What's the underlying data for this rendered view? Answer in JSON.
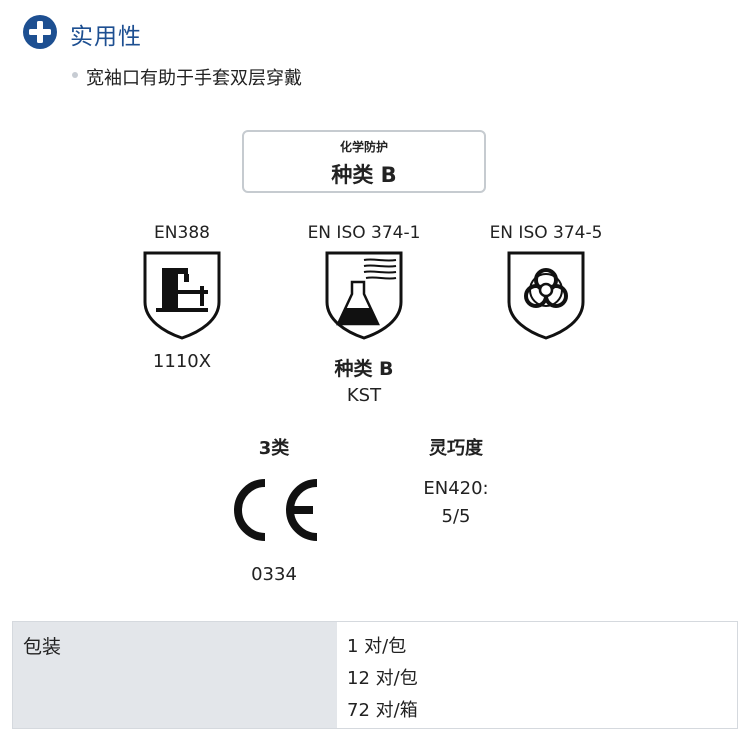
{
  "header": {
    "icon": "plus-circle-icon",
    "title": "实用性",
    "bullet": "宽袖口有助于手套双层穿戴"
  },
  "category_box": {
    "subtitle": "化学防护",
    "title": "种类 B"
  },
  "certifications": [
    {
      "standard": "EN388",
      "icon": "mechanical-hazard-shield-icon",
      "rating": "1110X"
    },
    {
      "standard": "EN ISO 374-1",
      "icon": "chemical-flask-shield-icon",
      "type_label": "种类 B",
      "code": "KST"
    },
    {
      "standard": "EN ISO 374-5",
      "icon": "biohazard-shield-icon"
    }
  ],
  "ce": {
    "category": "3类",
    "icon": "ce-mark-icon",
    "number": "0334"
  },
  "dexterity": {
    "title": "灵巧度",
    "standard": "EN420:",
    "score": "5/5"
  },
  "packaging": {
    "label": "包装",
    "values": [
      "1 对/包",
      "12 对/包",
      "72 对/箱"
    ]
  },
  "colors": {
    "accent": "#1d4f91",
    "table_header_bg": "#e3e6ea"
  }
}
